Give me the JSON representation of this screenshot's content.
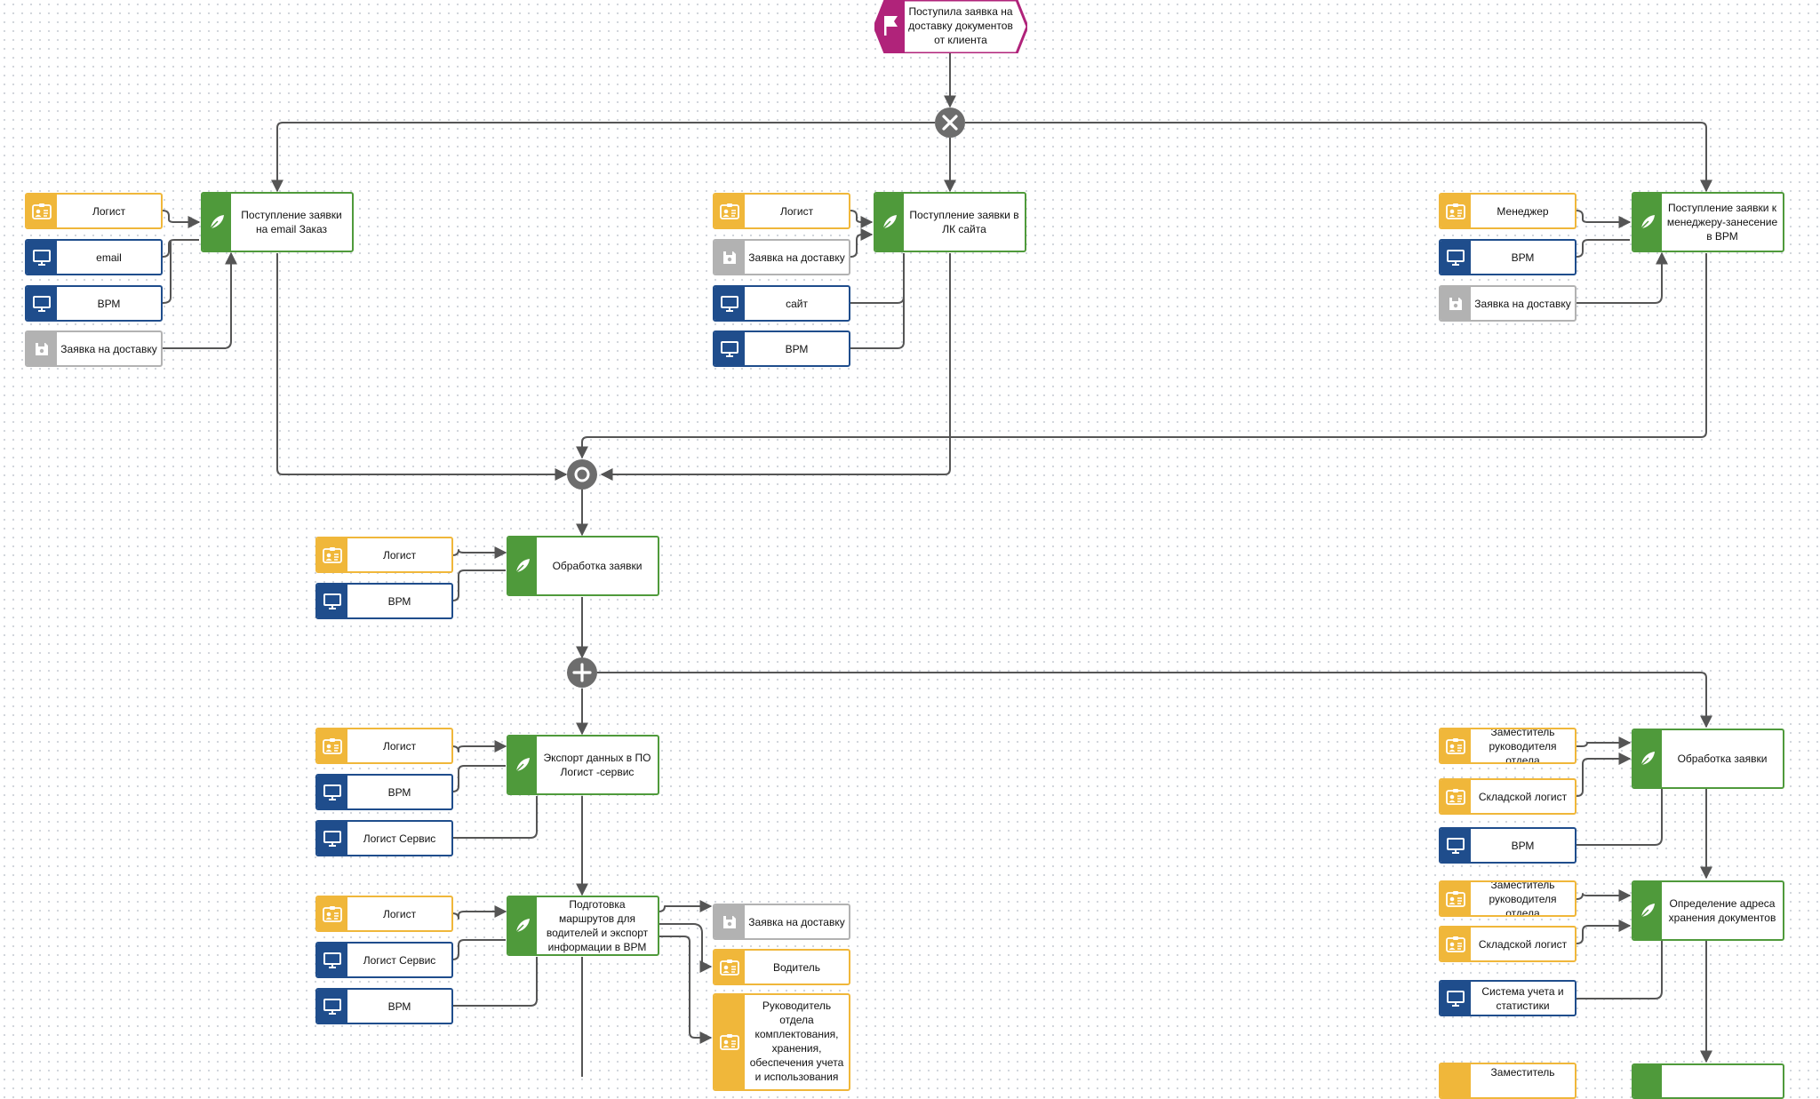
{
  "diagram": {
    "start_event": "Поступила заявка на доставку документов от клиента",
    "tasks": {
      "email": "Поступление заявки на email  Заказ",
      "site": "Поступление заявки в ЛК сайта",
      "manager": "Поступление заявки к менеджеру-занесение в ВРМ",
      "process": "Обработка заявки",
      "export": "Экспорт данных в ПО Логист -сервис",
      "routes": "Подготовка маршрутов для водителей и экспорт информации в ВРМ",
      "process_right": "Обработка заявки",
      "storage": "Определение адреса хранения документов"
    },
    "resources": {
      "email_group": [
        "Логист",
        "email",
        "ВРМ",
        "Заявка на доставку"
      ],
      "site_group": [
        "Логист",
        "Заявка на доставку",
        "сайт",
        "ВРМ"
      ],
      "manager_group": [
        "Менеджер",
        "ВРМ",
        "Заявка на доставку"
      ],
      "process_group": [
        "Логист",
        "ВРМ"
      ],
      "export_group": [
        "Логист",
        "ВРМ",
        "Логист Сервис"
      ],
      "routes_group": [
        "Логист",
        "Логист Сервис",
        "ВРМ"
      ],
      "routes_outputs": [
        "Заявка на доставку",
        "Водитель",
        "Руководитель отдела комплектования, хранения, обеспечения учета и использования"
      ],
      "right_process_group": [
        "Заместитель руководителя отдела",
        "Складской логист",
        "ВРМ"
      ],
      "storage_group": [
        "Заместитель руководителя отдела",
        "Складской логист",
        "Система учета и статистики"
      ],
      "bottom_partial": [
        "Заместитель"
      ]
    },
    "colors": {
      "role": "#f0b73a",
      "system": "#1f4d8c",
      "document": "#b2b2b2",
      "task": "#4f9a3b",
      "event": "#b0237a",
      "gateway": "#6d6d6d",
      "connector": "#555555"
    },
    "icons": {
      "role": "id-card-icon",
      "system": "monitor-icon",
      "document": "floppy-disk-icon",
      "task": "leaf-icon",
      "event": "flag-icon",
      "exclusive_gateway": "x-gateway-icon",
      "inclusive_gateway": "circle-gateway-icon",
      "parallel_gateway": "plus-gateway-icon"
    }
  }
}
